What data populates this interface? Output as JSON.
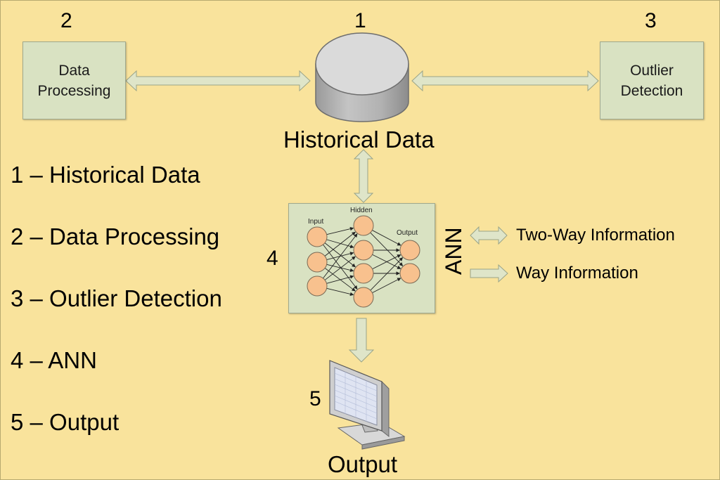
{
  "diagram": {
    "database": {
      "number": "1",
      "label": "Historical Data"
    },
    "processing": {
      "number": "2",
      "label_line1": "Data",
      "label_line2": "Processing"
    },
    "outlier": {
      "number": "3",
      "label_line1": "Outlier",
      "label_line2": "Detection"
    },
    "ann": {
      "number": "4",
      "vertical_label": "ANN",
      "input_label": "Input",
      "hidden_label": "Hidden",
      "output_label": "Output"
    },
    "output": {
      "number": "5",
      "label": "Output"
    }
  },
  "legend": [
    "1 – Historical Data",
    "2 – Data Processing",
    "3 – Outlier Detection",
    "4 – ANN",
    "5 – Output"
  ],
  "key": {
    "two_way": "Two-Way Information",
    "one_way": "Way Information"
  },
  "colors": {
    "background": "#f9e39c",
    "box_fill": "#d9e2c2",
    "arrow_fill": "#dfe5c9",
    "neuron_fill": "#f8c18e",
    "database_fill": "#c9c9c9"
  }
}
